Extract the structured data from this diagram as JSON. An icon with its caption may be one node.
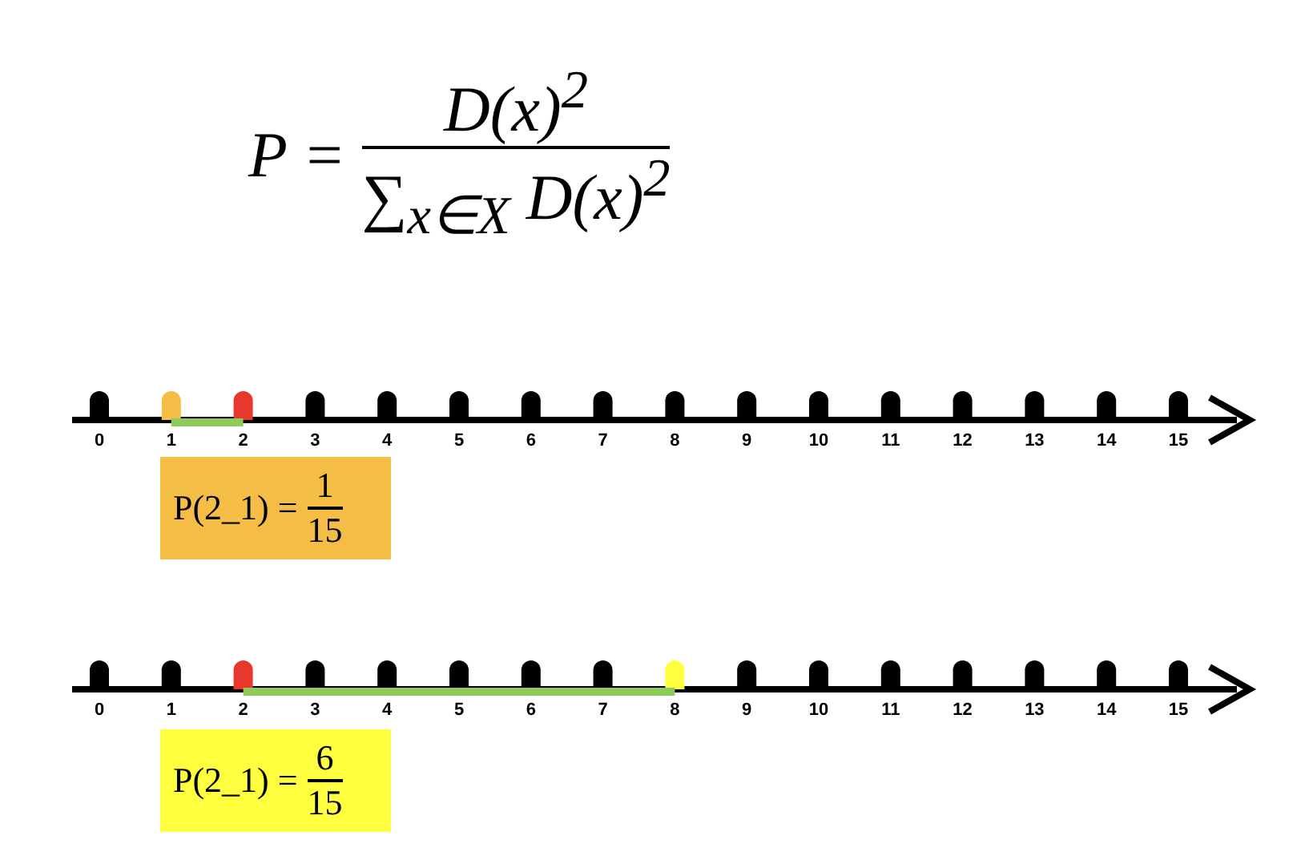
{
  "diagram": {
    "nodes": [
      {
        "text": [
          "P(2_1) =",
          "1",
          "15"
        ]
      },
      {
        "text": [
          "P(2_1) =",
          "6",
          "15"
        ]
      }
    ],
    "labels": [
      "P =",
      "D(x)$^{2}$",
      "∑$_{x∈X}$ D(x)$^{2}$",
      "0",
      "1",
      "2",
      "3",
      "4",
      "5",
      "6",
      "7",
      "8",
      "9",
      "10",
      "11",
      "12",
      "13",
      "14",
      "15",
      "0",
      "1",
      "2",
      "3",
      "4",
      "5",
      "6",
      "7",
      "8",
      "9",
      "10",
      "11",
      "12",
      "13",
      "14",
      "15"
    ]
  }
}
